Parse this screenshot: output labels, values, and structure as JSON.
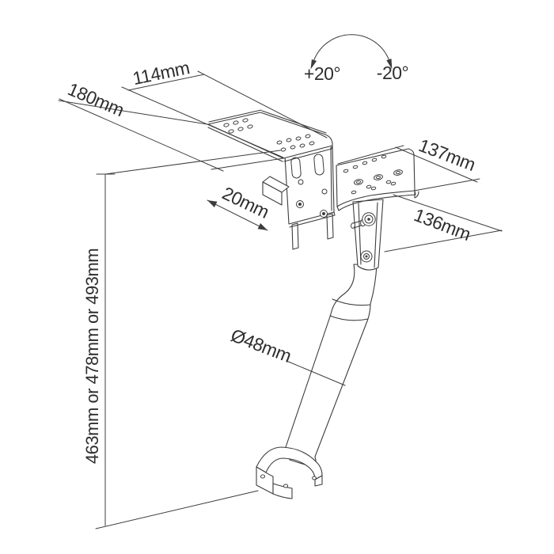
{
  "diagram": {
    "kind": "technical dimension line drawing of an under-surface tube clamp mounting bracket",
    "background_color": "#ffffff",
    "line_color": "#3c3c3c",
    "text_color": "#2e2e2e",
    "annotations": {
      "dim114": "114mm",
      "dim180": "180mm",
      "tilt_plus": "+20°",
      "tilt_minus": "-20°",
      "dim137": "137mm",
      "dim136": "136mm",
      "dim20": "20mm",
      "tube_diameter": "Ø48mm",
      "height_options": "463mm or 478mm or 493mm"
    }
  }
}
